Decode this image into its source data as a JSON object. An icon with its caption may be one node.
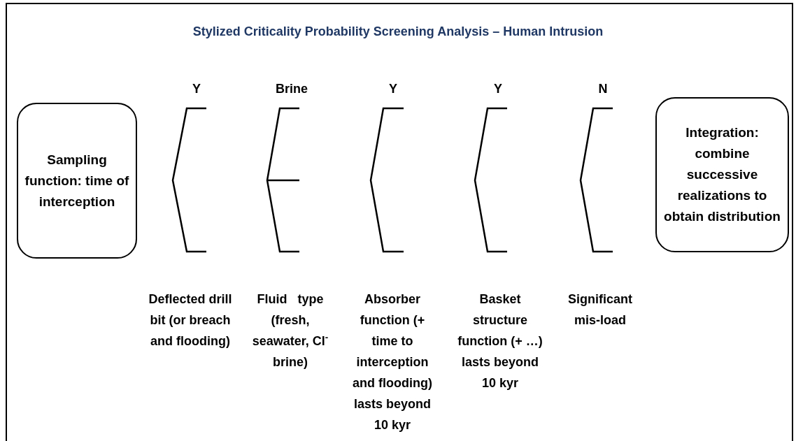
{
  "diagram": {
    "title": "Stylized Criticality Probability Screening Analysis – Human Intrusion",
    "nodes": [
      {
        "text": [
          "Sampling function: time of interception"
        ]
      },
      {
        "text": [
          "Integration: combine successive realizations to obtain distribution"
        ]
      }
    ],
    "labels": [
      "Y",
      "Brine",
      "Y",
      "Y",
      "N",
      "Deflected drill bit (or breach and flooding)",
      "Fluid   type (fresh, seawater, Cl$^{-}$ brine)",
      "Absorber function (+ time to interception and flooding) lasts beyond 10 kyr",
      "Basket structure function (+ …) lasts beyond 10 kyr",
      "Significant mis-load"
    ]
  }
}
